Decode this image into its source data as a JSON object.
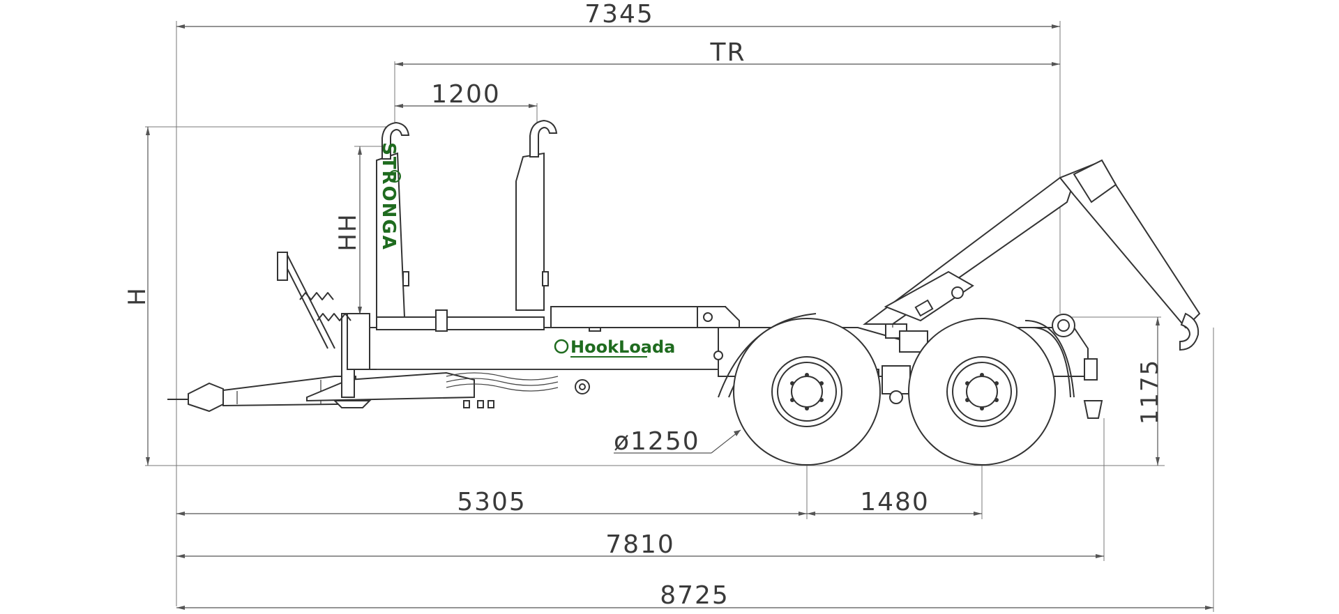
{
  "dimensions": {
    "overall_top": "7345",
    "tr": "TR",
    "hook_spacing": "1200",
    "h": "H",
    "hh": "HH",
    "height_right": "1175",
    "wheel_diameter": "ø1250",
    "to_axle": "5305",
    "axle_spacing": "1480",
    "length_frame": "7810",
    "overall_length": "8725"
  },
  "branding": {
    "stronga": "STRONGA",
    "hookloada": "HookLoada"
  },
  "colors": {
    "brand_green": "#1f6b1f",
    "line": "#333333",
    "background": "#ffffff"
  }
}
